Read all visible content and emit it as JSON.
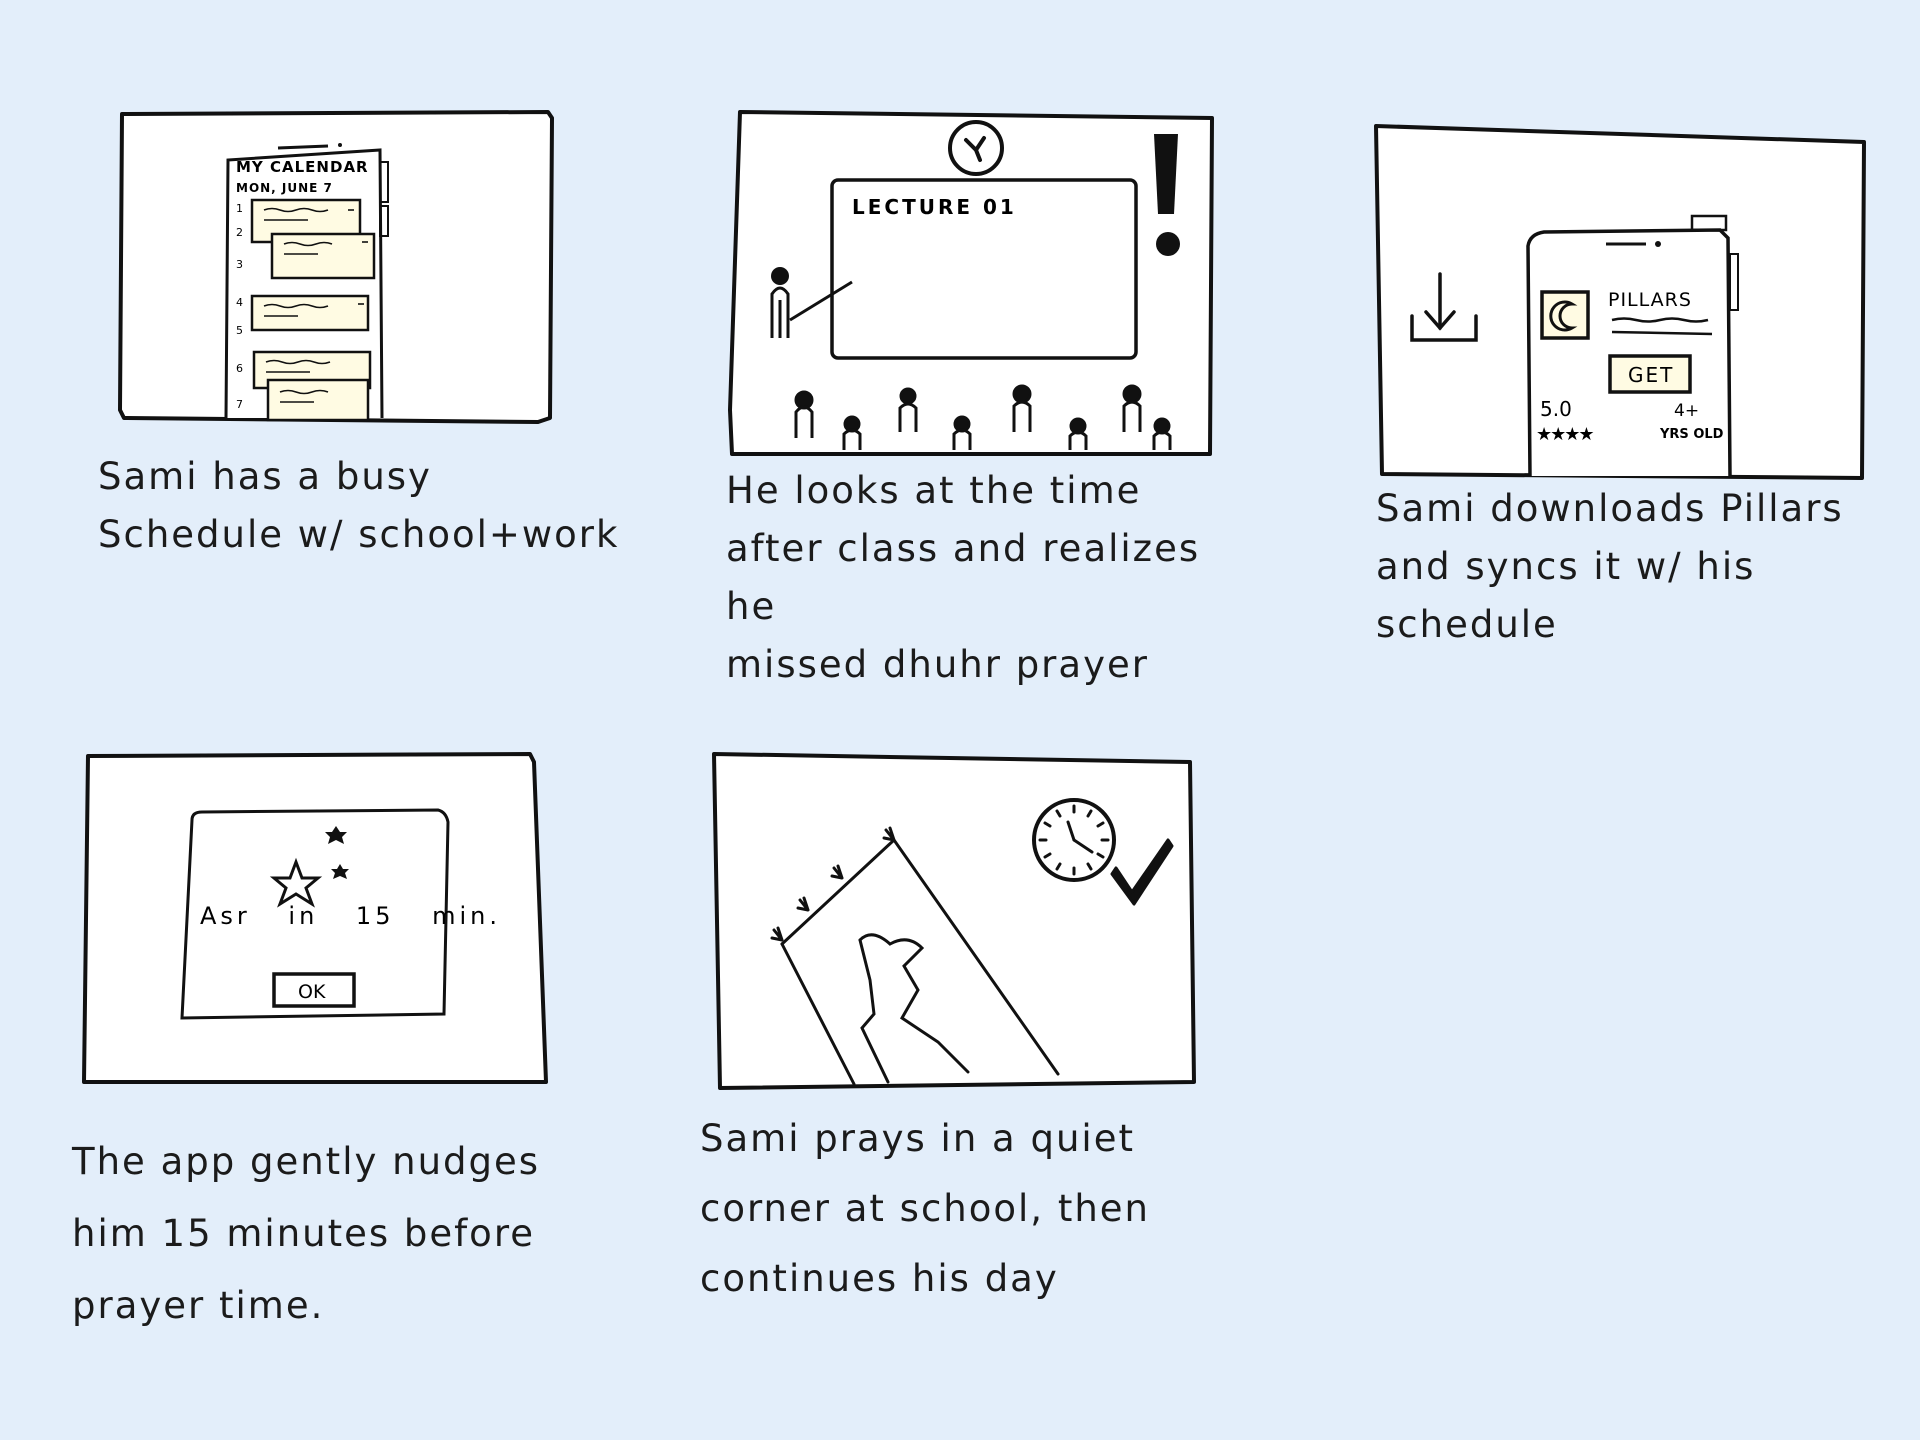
{
  "background_color": "#e3eefa",
  "panels": [
    {
      "caption": "Sami has a busy\nSchedule w/ school+work",
      "calendar_title": "MY CALENDAR",
      "calendar_date": "MON, JUNE 7",
      "hour_labels": [
        "1",
        "2",
        "3",
        "4",
        "5",
        "6",
        "7"
      ],
      "icons": [
        "phone-icon",
        "calendar-event-icon"
      ]
    },
    {
      "caption": "He looks at the time\nafter class and realizes he\nmissed dhuhr prayer",
      "board_title": "LECTURE 01",
      "icons": [
        "clock-icon",
        "exclamation-icon",
        "teacher-icon",
        "student-icon"
      ]
    },
    {
      "caption": "Sami downloads Pillars\nand syncs it w/ his\nschedule",
      "app_name": "PILLARS",
      "get_label": "GET",
      "rating": "5.0",
      "age": "4+",
      "age_unit": "YRS OLD",
      "icons": [
        "download-icon",
        "moon-icon",
        "star-icon"
      ]
    },
    {
      "caption": "The app gently nudges\nhim 15 minutes before\nprayer time.",
      "notice_text": "Asr in 15 min.",
      "ok_label": "OK",
      "icons": [
        "star-icon"
      ]
    },
    {
      "caption": "Sami prays in a quiet\ncorner at school, then\ncontinues his day",
      "icons": [
        "prayer-mat-icon",
        "clock-icon",
        "checkmark-icon"
      ]
    }
  ]
}
